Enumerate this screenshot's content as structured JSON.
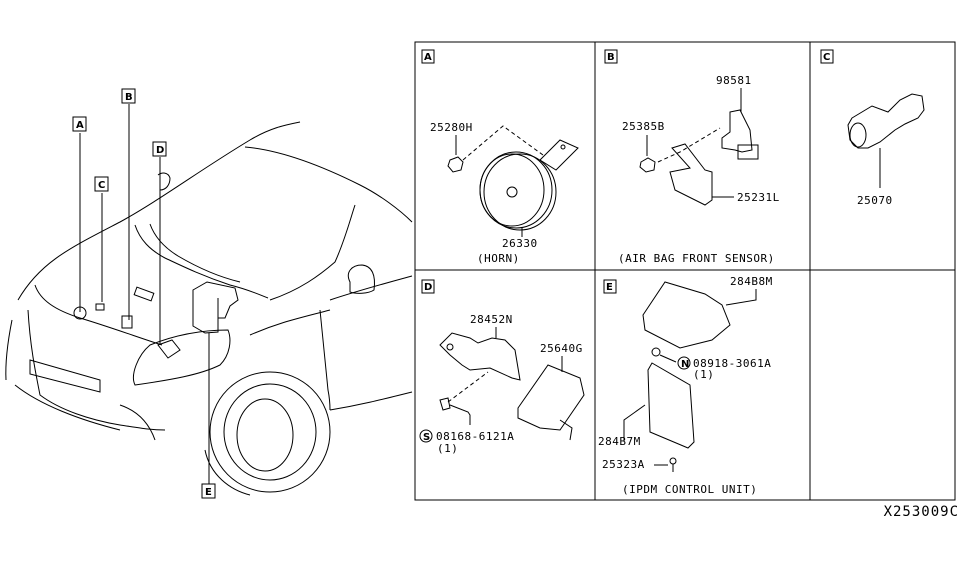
{
  "overview": {
    "callouts": [
      "A",
      "B",
      "C",
      "D",
      "E"
    ]
  },
  "panels": {
    "A": {
      "key": "A",
      "parts": [
        "25280H",
        "26330"
      ],
      "caption": "(HORN)"
    },
    "B": {
      "key": "B",
      "parts": [
        "98581",
        "25385B",
        "25231L"
      ],
      "caption": "(AIR BAG FRONT SENSOR)"
    },
    "C": {
      "key": "C",
      "parts": [
        "25070"
      ]
    },
    "D": {
      "key": "D",
      "parts": [
        "28452N",
        "25640G"
      ],
      "bolt": {
        "symbol": "S",
        "part": "08168-6121A",
        "qty": "(1)"
      }
    },
    "E": {
      "key": "E",
      "parts": [
        "284B8M",
        "284B7M",
        "25323A"
      ],
      "nut": {
        "symbol": "N",
        "part": "08918-3061A",
        "qty": "(1)"
      },
      "caption": "(IPDM CONTROL UNIT)"
    }
  },
  "diagram_ref": "X253009C"
}
